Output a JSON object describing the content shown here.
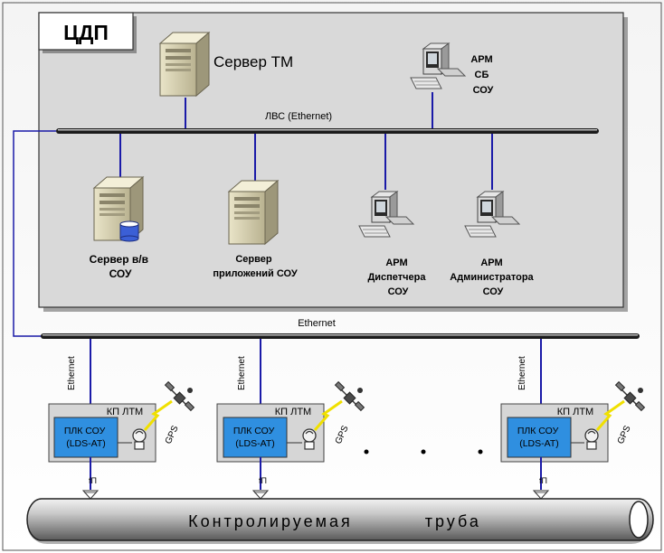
{
  "cdp": {
    "title": "ЦДП"
  },
  "lan": {
    "label": "ЛВС  (Ethernet)"
  },
  "ethernet_bus": {
    "label": "Ethernet"
  },
  "server_tm": {
    "label": "Сервер ТМ"
  },
  "arm_sb": {
    "lines": [
      "АРМ",
      "СБ",
      "СОУ"
    ]
  },
  "server_db": {
    "lines": [
      "Сервер в/в",
      "СОУ"
    ]
  },
  "server_app": {
    "lines": [
      "Сервер",
      "приложений СОУ"
    ]
  },
  "arm_disp": {
    "lines": [
      "АРМ",
      "Диспетчера",
      "СОУ"
    ]
  },
  "arm_admin": {
    "lines": [
      "АРМ",
      "Администратора",
      "СОУ"
    ]
  },
  "stations": [
    {
      "box": "КП ЛТМ",
      "plc": [
        "ПЛК СОУ",
        "(LDS-AT)"
      ],
      "gps": "GPS",
      "eth": "Ethernet",
      "sensor": "fП"
    },
    {
      "box": "КП ЛТМ",
      "plc": [
        "ПЛК СОУ",
        "(LDS-AT)"
      ],
      "gps": "GPS",
      "eth": "Ethernet",
      "sensor": "fП"
    },
    {
      "box": "КП ЛТМ",
      "plc": [
        "ПЛК СОУ",
        "(LDS-AT)"
      ],
      "gps": "GPS",
      "eth": "Ethernet",
      "sensor": "fП"
    }
  ],
  "pipe": {
    "label": "Контролируемая          труба"
  },
  "colors": {
    "link": "#1a1aa8",
    "plc": "#2f8fe0",
    "bus": "#1b1b1b",
    "panel": "#d9d9d9"
  }
}
